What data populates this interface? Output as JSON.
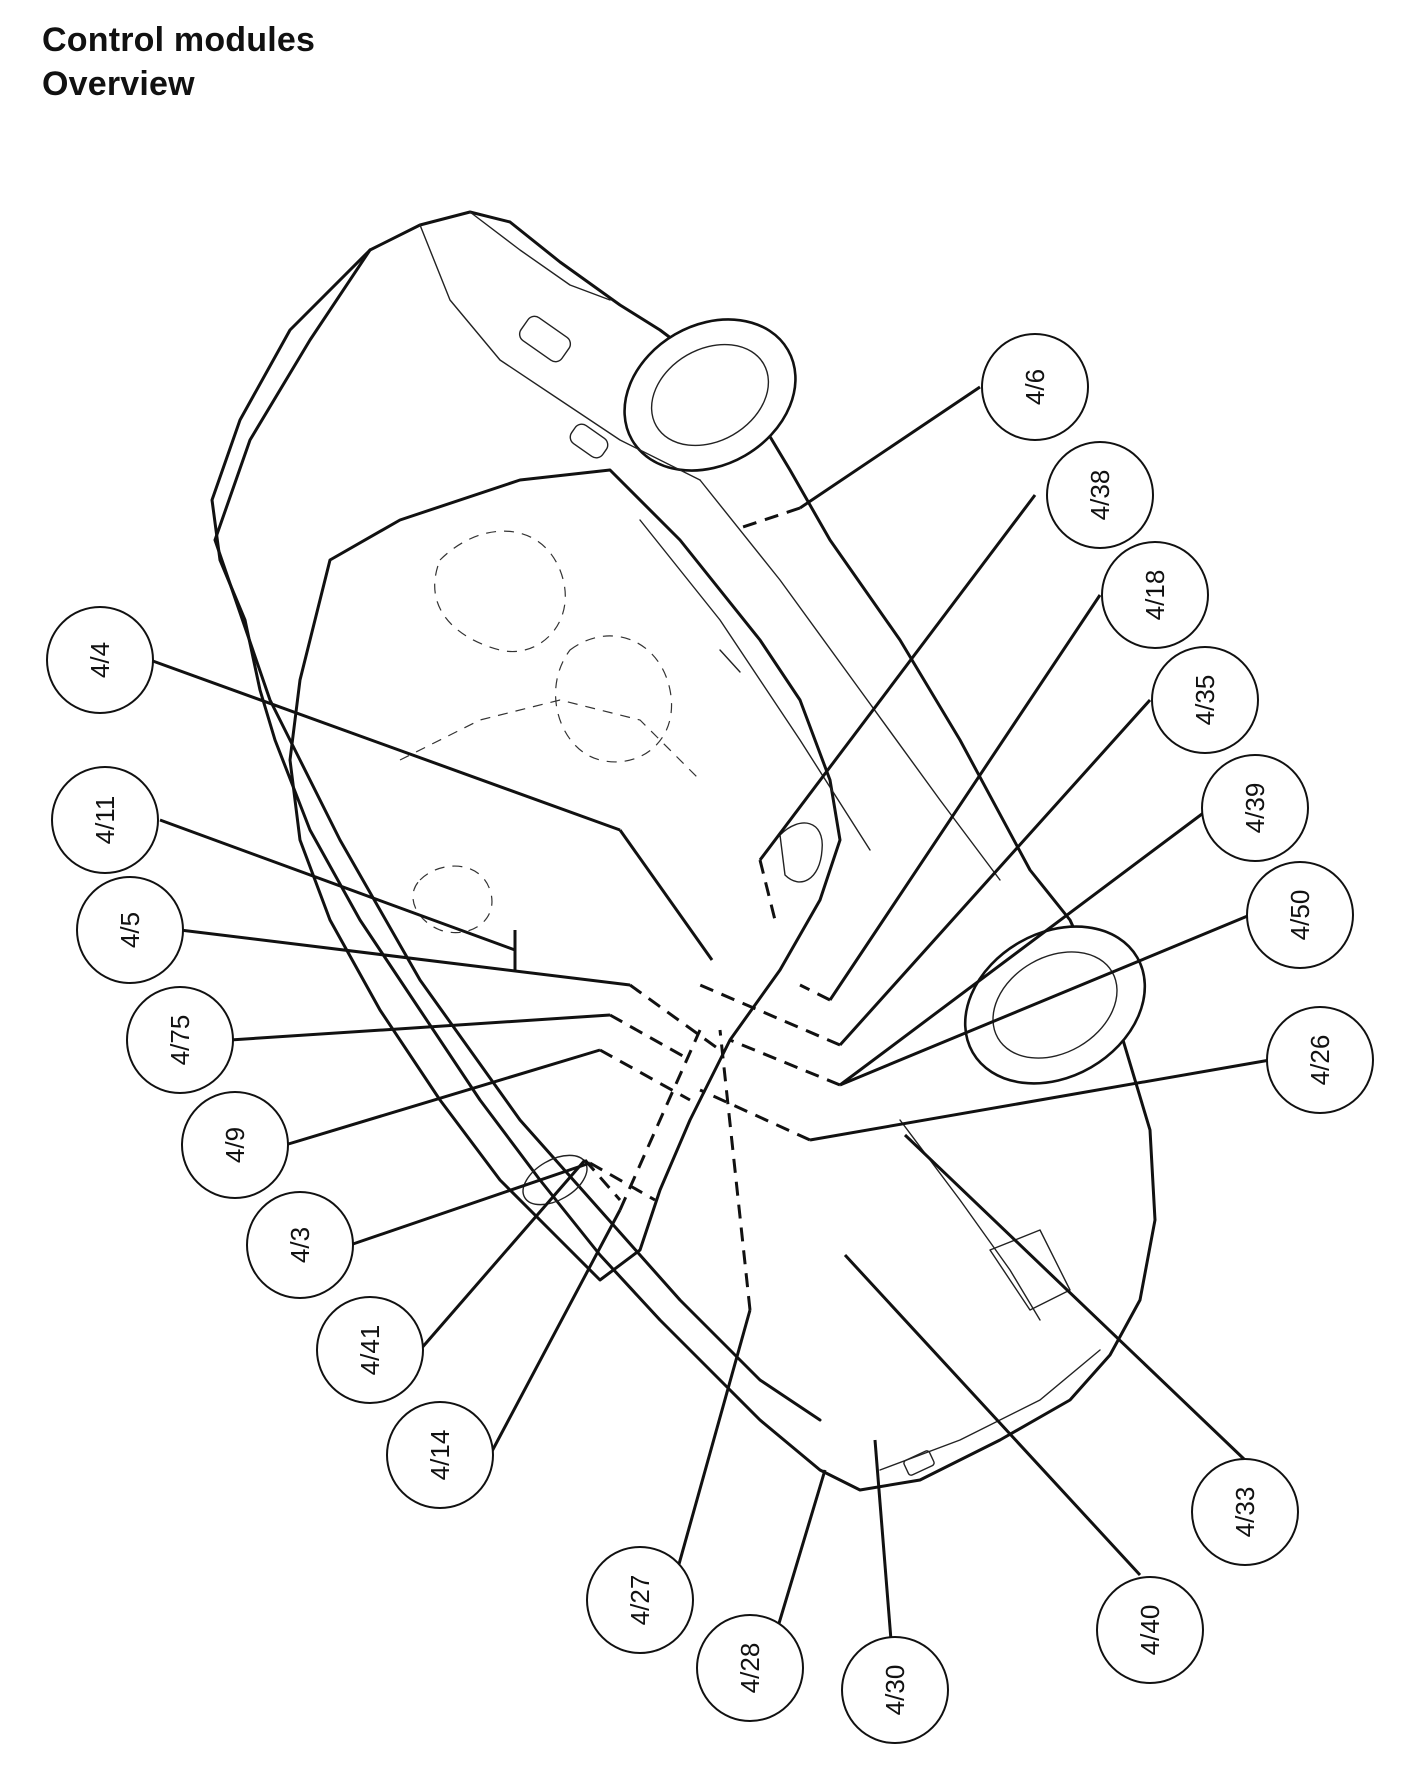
{
  "header": {
    "title": "Control modules",
    "subtitle": "Overview"
  },
  "callouts": [
    {
      "id": "4-6",
      "label": "4/6"
    },
    {
      "id": "4-38",
      "label": "4/38"
    },
    {
      "id": "4-18",
      "label": "4/18"
    },
    {
      "id": "4-35",
      "label": "4/35"
    },
    {
      "id": "4-39",
      "label": "4/39"
    },
    {
      "id": "4-50",
      "label": "4/50"
    },
    {
      "id": "4-26",
      "label": "4/26"
    },
    {
      "id": "4-4",
      "label": "4/4"
    },
    {
      "id": "4-11",
      "label": "4/11"
    },
    {
      "id": "4-5",
      "label": "4/5"
    },
    {
      "id": "4-75",
      "label": "4/75"
    },
    {
      "id": "4-9",
      "label": "4/9"
    },
    {
      "id": "4-3",
      "label": "4/3"
    },
    {
      "id": "4-41",
      "label": "4/41"
    },
    {
      "id": "4-14",
      "label": "4/14"
    },
    {
      "id": "4-27",
      "label": "4/27"
    },
    {
      "id": "4-28",
      "label": "4/28"
    },
    {
      "id": "4-30",
      "label": "4/30"
    },
    {
      "id": "4-40",
      "label": "4/40"
    },
    {
      "id": "4-33",
      "label": "4/33"
    }
  ]
}
